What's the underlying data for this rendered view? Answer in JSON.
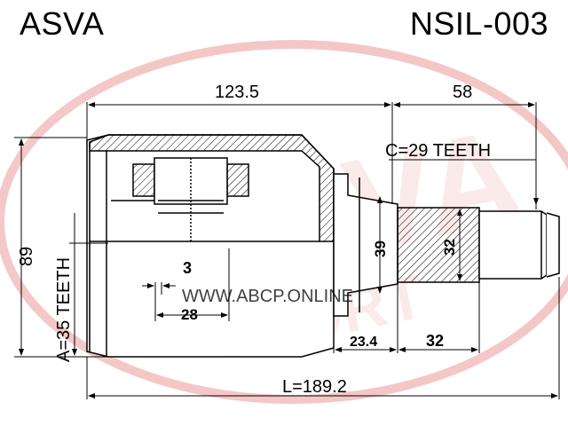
{
  "header": {
    "brand": "ASVA",
    "part_number": "NSIL-003"
  },
  "dimensions": {
    "top_left_length": "123.5",
    "top_right_length": "58",
    "height": "89",
    "teeth_outer": "A=35 TEETH",
    "teeth_inner": "C=29 TEETH",
    "groove_width": "3",
    "groove_depth": "28",
    "shaft_dia_large": "39",
    "shaft_dia_small": "32",
    "shaft_section_a": "23.4",
    "shaft_section_b": "32",
    "total_length": "L=189.2"
  },
  "watermark": {
    "url_text": "WWW.ABCP.ONLINE",
    "logo_letters": "ASVA",
    "logo_subtext": "SPORT",
    "color": "#e06060"
  }
}
